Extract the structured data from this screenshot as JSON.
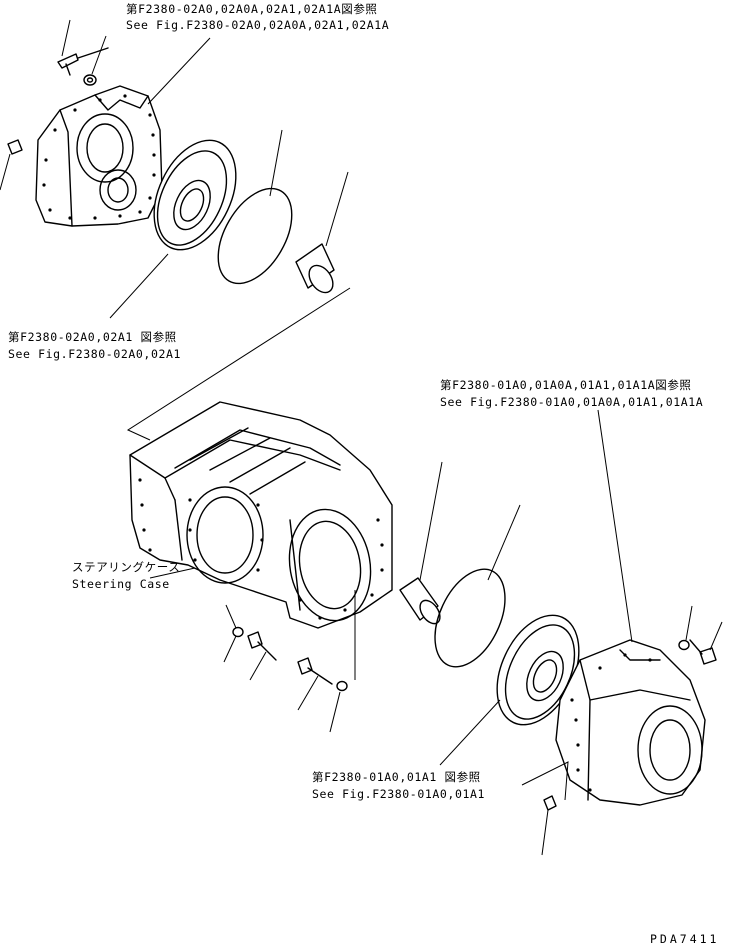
{
  "references": {
    "top_cover": {
      "jp": "第F2380-02A0,02A0A,02A1,02A1A図参照",
      "en": "See Fig.F2380-02A0,02A0A,02A1,02A1A"
    },
    "top_brake": {
      "jp": "第F2380-02A0,02A1 図参照",
      "en": "See Fig.F2380-02A0,02A1"
    },
    "right_cover": {
      "jp": "第F2380-01A0,01A0A,01A1,01A1A図参照",
      "en": "See Fig.F2380-01A0,01A0A,01A1,01A1A"
    },
    "right_brake": {
      "jp": "第F2380-01A0,01A1 図参照",
      "en": "See Fig.F2380-01A0,01A1"
    }
  },
  "case_label": {
    "jp": "ステアリングケース",
    "en": "Steering Case"
  },
  "drawing_number": "PDA7411"
}
